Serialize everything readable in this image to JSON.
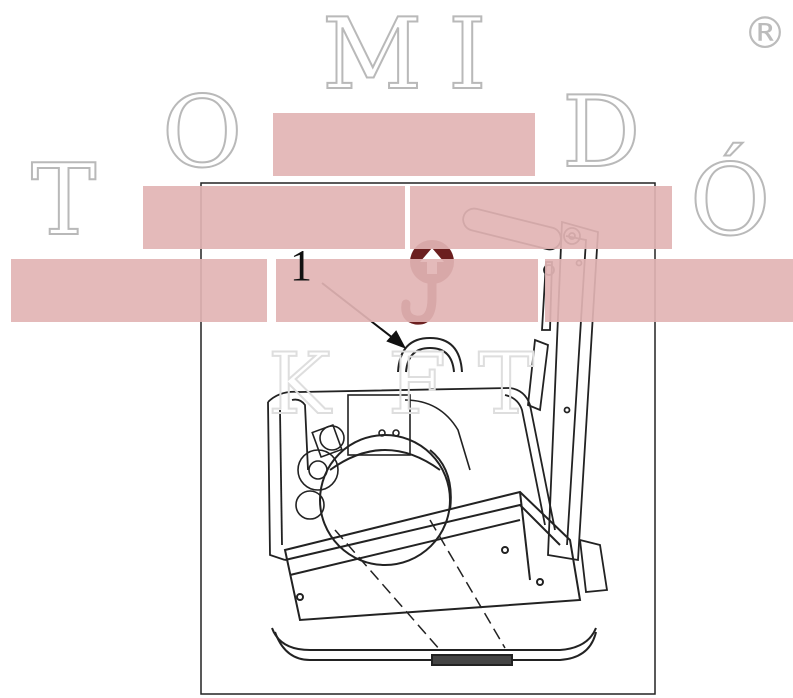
{
  "callout": {
    "number": "1"
  },
  "watermark": {
    "letters_top": [
      "M",
      "I"
    ],
    "letters_middle": [
      "O",
      "D"
    ],
    "letters_lower": [
      "T",
      "Ó"
    ],
    "letters_bottom": [
      "K",
      "F",
      "T"
    ],
    "registered_mark": "®",
    "brick_color": "#e2b4b4",
    "letter_outline_color": "#b9b9b9"
  },
  "symbols": {
    "lifting_hook": "lifting-hook-icon"
  }
}
